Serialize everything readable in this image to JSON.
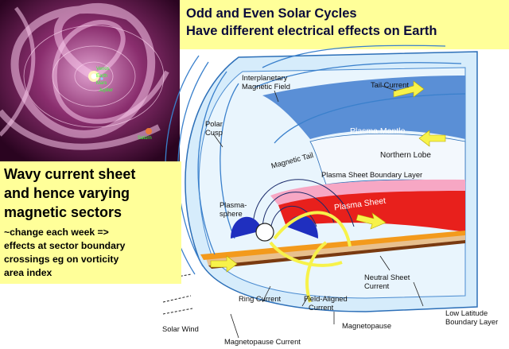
{
  "title": {
    "line1": "Odd and Even Solar Cycles",
    "line2": "Have different electrical effects on Earth"
  },
  "caption": {
    "line1": "Wavy current sheet",
    "line2": "and hence varying",
    "line3": "magnetic sectors",
    "line4": "~change each week =>",
    "line5": "effects at sector boundary",
    "line6": "crossings eg on vorticity",
    "line7": "area index"
  },
  "inset": {
    "planets": [
      "Venus",
      "Earth",
      "Mars",
      "Jupiter"
    ],
    "saturn": "Saturn"
  },
  "diagram": {
    "interplanetary_field": "Interplanetary",
    "interplanetary_field2": "Magnetic Field",
    "tail_current": "Tail Current",
    "polar_cusp": "Polar",
    "polar_cusp2": "Cusp",
    "plasma_mantle": "Plasma  Mantle",
    "magnetic_tail": "Magnetic Tail",
    "northern_lobe": "Northern Lobe",
    "plasma_sheet_boundary": "Plasma Sheet Boundary Layer",
    "plasmasphere": "Plasma-",
    "plasmasphere2": "sphere",
    "plasma_sheet": "Plasma  Sheet",
    "neutral_sheet": "Neutral Sheet",
    "neutral_sheet2": "Current",
    "ring_current": "Ring Current",
    "field_aligned": "Field-Aligned",
    "field_aligned2": "Current",
    "low_latitude": "Low Latitude",
    "low_latitude2": "Boundary Layer",
    "solar_wind": "Solar Wind",
    "magnetopause": "Magnetopause",
    "magnetopause_current": "Magnetopause Current"
  },
  "colors": {
    "highlight": "#ffff99",
    "mantle": "#5a8fd6",
    "plasma_sheet": "#e8201c",
    "current_arrow": "#f7f24a",
    "low_latitude_layer": "#f39a1c"
  }
}
